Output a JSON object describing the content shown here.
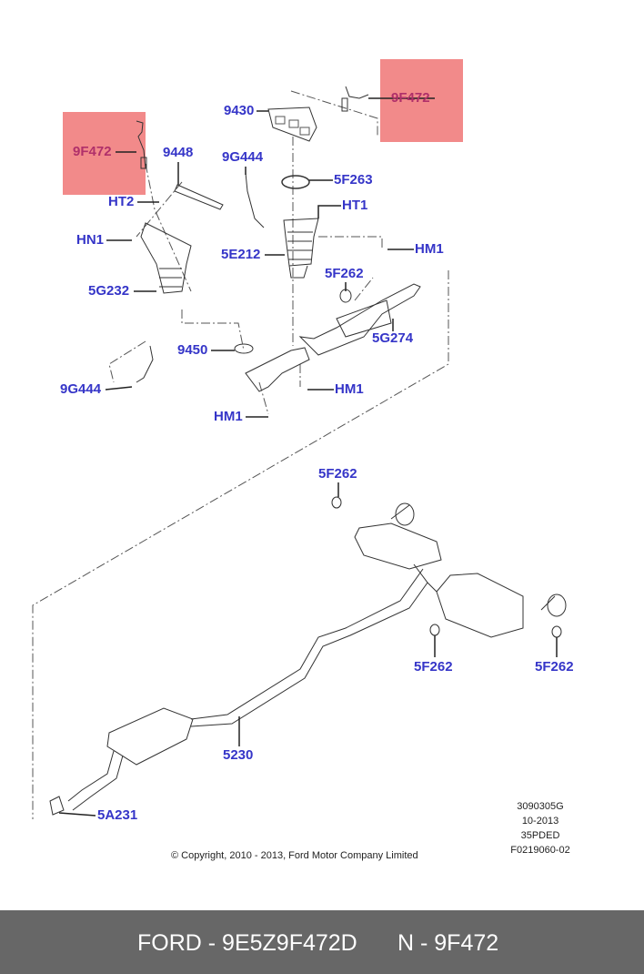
{
  "callouts": {
    "hl_left": "9F472",
    "hl_right": "9F472",
    "c9430": "9430",
    "c9448": "9448",
    "c9g444_top": "9G444",
    "c5f263": "5F263",
    "ht2": "HT2",
    "ht1": "HT1",
    "hn1": "HN1",
    "c5e212": "5E212",
    "hm1_a": "HM1",
    "c5f262_a": "5F262",
    "c5g232": "5G232",
    "c5g274": "5G274",
    "c9450": "9450",
    "c9g444_bottom": "9G444",
    "hm1_b": "HM1",
    "hm1_c": "HM1",
    "c5f262_b": "5F262",
    "c5f262_c": "5F262",
    "c5f262_d": "5F262",
    "c5230": "5230",
    "c5a231": "5A231"
  },
  "stamp": [
    "3090305G",
    "10-2013",
    "35PDED",
    "F0219060-02"
  ],
  "copyright": "© Copyright, 2010 - 2013, Ford Motor Company Limited",
  "footer": {
    "part": "FORD - 9E5Z9F472D",
    "ref": "N - 9F472"
  },
  "colors": {
    "label": "#3535c8",
    "highlight": "#f28a8a",
    "highlight_label": "#b0306a",
    "footer_bg": "#676767"
  }
}
